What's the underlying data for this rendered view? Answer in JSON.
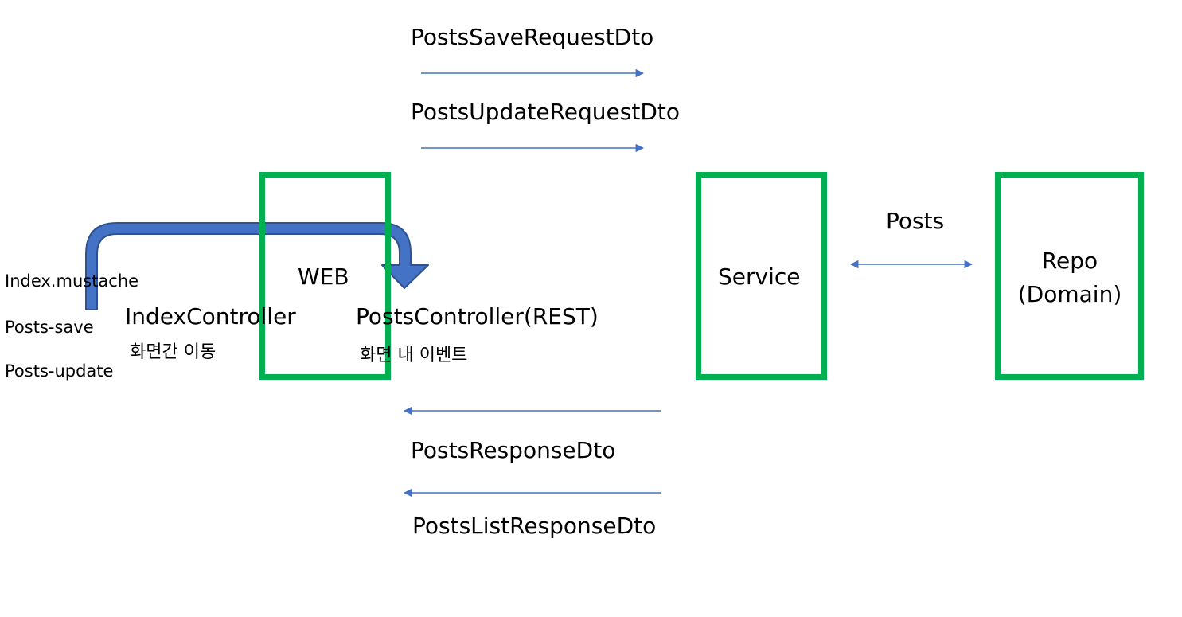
{
  "dto_labels": {
    "save_request": "PostsSaveRequestDto",
    "update_request": "PostsUpdateRequestDto",
    "response": "PostsResponseDto",
    "list_response": "PostsListResponseDto"
  },
  "layers": {
    "web": "WEB",
    "service": "Service",
    "repo_line1": "Repo",
    "repo_line2": "(Domain)"
  },
  "controllers": {
    "index": "IndexController",
    "index_desc": "화면간 이동",
    "posts": "PostsController(REST)",
    "posts_desc": "화면 내 이벤트"
  },
  "views": [
    "Index.mustache",
    "Posts-save",
    "Posts-update"
  ],
  "entity_label": "Posts",
  "colors": {
    "box_border": "#00B050",
    "arrow": "#4472C4",
    "curved_arrow_fill": "#4472C4",
    "curved_arrow_stroke": "#2F528F"
  }
}
